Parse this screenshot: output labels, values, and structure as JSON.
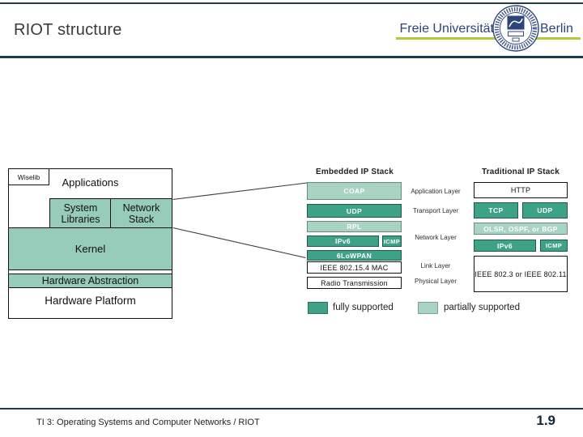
{
  "header": {
    "title": "RIOT structure",
    "logo": {
      "left": "Freie Universität",
      "right": "Berlin"
    }
  },
  "riot_block": {
    "wiselib": "Wiselib",
    "applications": "Applications",
    "system_libraries": "System Libraries",
    "network_stack": "Network Stack",
    "kernel": "Kernel",
    "hardware_abstraction": "Hardware Abstraction",
    "hardware_platform": "Hardware Platform"
  },
  "embedded_stack": {
    "title": "Embedded IP Stack",
    "coap": "COAP",
    "udp": "UDP",
    "rpl": "RPL",
    "ipv6": "IPv6",
    "icmp": "ICMP",
    "sixlowpan": "6LoWPAN",
    "mac": "IEEE 802.15.4 MAC",
    "radio": "Radio Transmission"
  },
  "layer_labels": [
    "Application Layer",
    "Transport Layer",
    "Network Layer",
    "Link Layer",
    "Physical Layer"
  ],
  "traditional_stack": {
    "title": "Traditional IP Stack",
    "http": "HTTP",
    "tcp": "TCP",
    "udp": "UDP",
    "routing": "OLSR, OSPF, or BGP",
    "ipv6": "IPv6",
    "icmp": "ICMP",
    "link": "IEEE 802.3 or IEEE 802.11"
  },
  "legend": {
    "full": "fully supported",
    "partial": "partially supported"
  },
  "footer": {
    "course": "TI 3: Operating Systems and Computer Networks / RIOT",
    "page": "1.9"
  },
  "colors": {
    "fully_supported": "#3ea289",
    "partially_supported": "#a9d4c4",
    "riot_teal": "#97ccba",
    "rule_navy": "#1c3c50",
    "logo_blue": "#2c4479",
    "logo_green": "#b3c935"
  }
}
